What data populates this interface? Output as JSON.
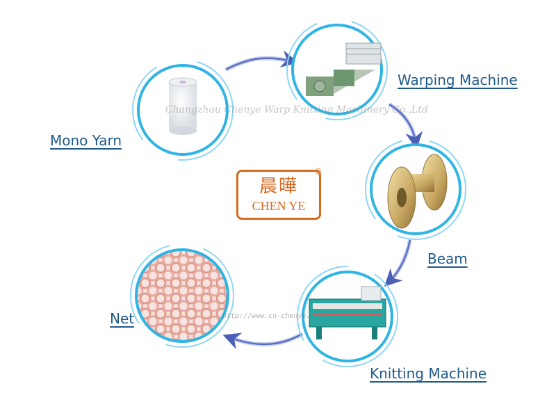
{
  "watermark": "Changzhou Chenye Warp Knitting Machinery Co.,Ltd",
  "url_watermark": "http://www.cn-chenye.com",
  "logo": {
    "chinese": "晨曄",
    "english": "CHEN YE",
    "registered": "®"
  },
  "steps": [
    {
      "label": "Mono Yarn"
    },
    {
      "label": "Warping Machine"
    },
    {
      "label": "Beam"
    },
    {
      "label": "Knitting Machine"
    },
    {
      "label": "Net"
    }
  ],
  "colors": {
    "ring": "#2fb4e4",
    "label": "#1f5a8a",
    "arrow": "#5a6fc0",
    "logo": "#d86a1e"
  }
}
